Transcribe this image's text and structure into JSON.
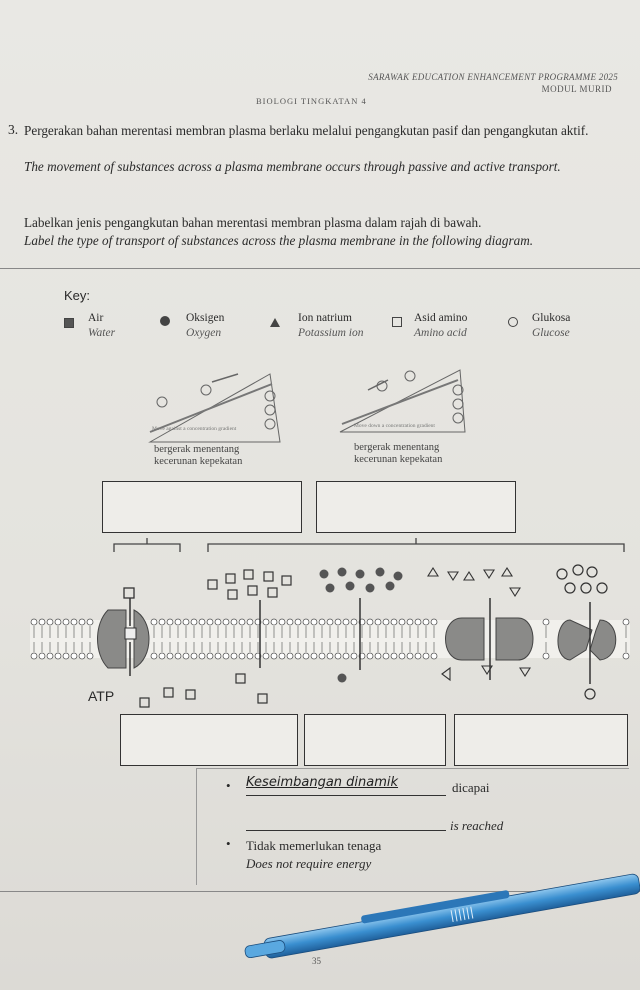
{
  "header": {
    "programme": "SARAWAK EDUCATION ENHANCEMENT PROGRAMME 2025",
    "module": "MODUL MURID",
    "subject": "BIOLOGI TINGKATAN 4"
  },
  "question": {
    "number": "3.",
    "statement_ms": "Pergerakan bahan merentasi membran plasma berlaku melalui pengangkutan pasif dan pengangkutan aktif.",
    "statement_en": "The movement of substances across a plasma membrane occurs through passive and active transport.",
    "instruction_ms": "Labelkan jenis pengangkutan bahan merentasi membran plasma dalam rajah di bawah.",
    "instruction_en": "Label the type of transport of substances across the plasma membrane in the following diagram."
  },
  "key": {
    "title": "Key:",
    "items": [
      {
        "ms": "Air",
        "en": "Water",
        "icon": "square-icon"
      },
      {
        "ms": "Oksigen",
        "en": "Oxygen",
        "icon": "filled-circle-icon"
      },
      {
        "ms": "Ion natrium",
        "en": "Potassium ion",
        "icon": "triangle-icon"
      },
      {
        "ms": "Asid amino",
        "en": "Amino acid",
        "icon": "square-icon"
      },
      {
        "ms": "Glukosa",
        "en": "Glucose",
        "icon": "ring-icon"
      }
    ]
  },
  "gradients": {
    "against_caption": "Move against a concentration gradient",
    "against_ms_1": "bergerak menentang",
    "against_ms_2": "kecerunan kepekatan",
    "down_caption": "Move down a concentration gradient",
    "down_ms_1": "bergerak menentang",
    "down_ms_2": "kecerunan kepekatan"
  },
  "diagram": {
    "atp_label": "ATP"
  },
  "notes": {
    "answer_handwritten": "Keseimbangan dinamik",
    "reached_ms": "dicapai",
    "reached_en": "is reached",
    "energy_ms": "Tidak memerlukan tenaga",
    "energy_en": "Does not require energy"
  },
  "footer": {
    "page_number": "35"
  }
}
